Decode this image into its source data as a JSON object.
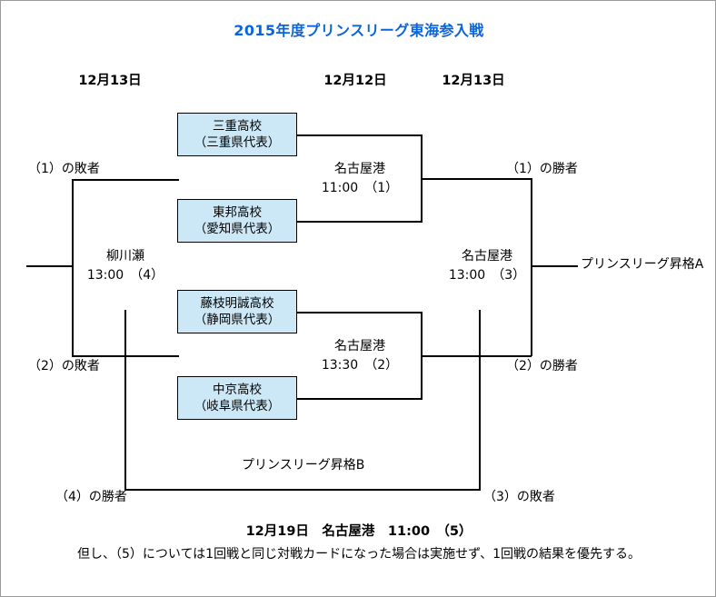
{
  "title": "2015年度プリンスリーグ東海参入戦",
  "dates": [
    {
      "label": "12月13日"
    },
    {
      "label": "12月12日"
    },
    {
      "label": "12月13日"
    }
  ],
  "teams": [
    {
      "name": "三重高校",
      "pref": "（三重県代表）"
    },
    {
      "name": "東邦高校",
      "pref": "（愛知県代表）"
    },
    {
      "name": "藤枝明誠高校",
      "pref": "（静岡県代表）"
    },
    {
      "name": "中京高校",
      "pref": "（岐阜県代表）"
    }
  ],
  "matches": [
    {
      "id": "1",
      "venue": "名古屋港",
      "time": "11:00　（1）"
    },
    {
      "id": "2",
      "venue": "名古屋港",
      "time": "13:30　（2）"
    },
    {
      "id": "3",
      "venue": "名古屋港",
      "time": "13:00　（3）"
    },
    {
      "id": "4",
      "venue": "柳川瀬",
      "time": "13:00　（4）"
    }
  ],
  "slots": {
    "loser1": "（1）の敗者",
    "loser2": "（2）の敗者",
    "winner1": "（1）の勝者",
    "winner2": "（2）の勝者",
    "winner4": "（4）の勝者",
    "loser3": "（3）の敗者"
  },
  "promotion": {
    "a": "プリンスリーグ昇格A",
    "b": "プリンスリーグ昇格B"
  },
  "footer": {
    "final": "12月19日　名古屋港　11:00　（5）",
    "note": "但し、（5）については1回戦と同じ対戦カードになった場合は実施せず、1回戦の結果を優先する。"
  },
  "colors": {
    "title": "#0a64dc",
    "box_fill": "#cce8f7",
    "line": "#000000"
  }
}
